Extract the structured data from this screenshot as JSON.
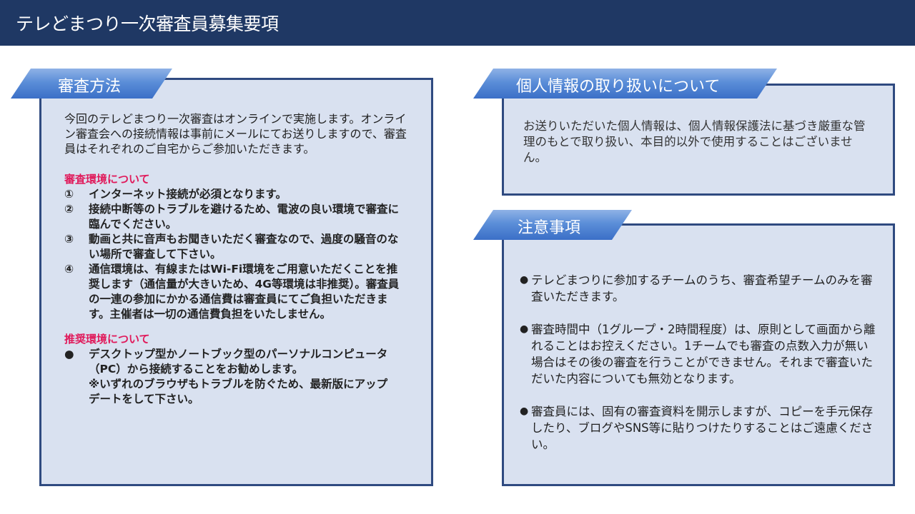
{
  "header": {
    "title": "テレどまつり一次審査員募集要項"
  },
  "left": {
    "tab": "審査方法",
    "intro": "今回のテレどまつり一次審査はオンラインで実施します。オンライン審査会への接続情報は事前にメールにてお送りしますので、審査員はそれぞれのご自宅からご参加いただきます。",
    "env_heading": "審査環境について",
    "env_items": [
      {
        "mark": "①",
        "text": "インターネット接続が必須となります。"
      },
      {
        "mark": "②",
        "text": "接続中断等のトラブルを避けるため、電波の良い環境で審査に臨んでください。"
      },
      {
        "mark": "③",
        "text": "動画と共に音声もお聞きいただく審査なので、過度の騒音のない場所で審査して下さい。"
      },
      {
        "mark": "④",
        "text": "通信環境は、有線またはWi-Fi環境をご用意いただくことを推奨します（通信量が大きいため、4G等環境は非推奨）。審査員の一連の参加にかかる通信費は審査員にてご負担いただきます。主催者は一切の通信費負担をいたしません。"
      }
    ],
    "rec_heading": "推奨環境について",
    "rec_items": [
      {
        "mark": "●",
        "text": "デスクトップ型かノートブック型のパーソナルコンピュータ（PC）から接続することをお勧めします。",
        "note": "※いずれのブラウザもトラブルを防ぐため、最新版にアップデートをして下さい。"
      }
    ]
  },
  "privacy": {
    "tab": "個人情報の取り扱いについて",
    "text": "お送りいただいた個人情報は、個人情報保護法に基づき厳重な管理のもとで取り扱い、本目的以外で使用することはございません。"
  },
  "notes": {
    "tab": "注意事項",
    "items": [
      {
        "mark": "●",
        "text": "テレどまつりに参加するチームのうち、審査希望チームのみを審査いただきます。"
      },
      {
        "mark": "●",
        "text": "審査時間中（1グループ・2時間程度）は、原則として画面から離れることはお控えください。1チームでも審査の点数入力が無い場合はその後の審査を行うことができません。それまで審査いただいた内容についても無効となります。"
      },
      {
        "mark": "●",
        "text": "審査員には、固有の審査資料を開示しますが、コピーを手元保存したり、ブログやSNS等に貼りつけたりすることはご遠慮ください。"
      }
    ]
  },
  "colors": {
    "header_bg": "#1f3864",
    "box_bg": "#d9e1f0",
    "box_border": "#2f4a80",
    "tab_blue": "#3b6fc7",
    "heading_red": "#e0195a"
  }
}
